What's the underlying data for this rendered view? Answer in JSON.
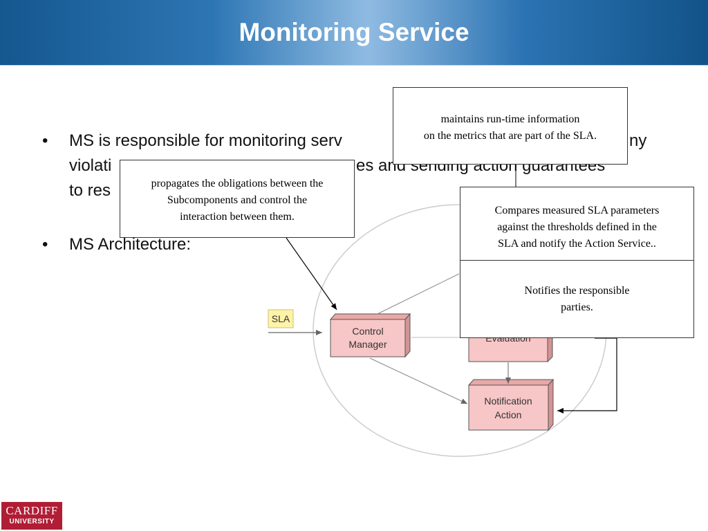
{
  "slide": {
    "title": "Monitoring Service"
  },
  "bullets": {
    "b1": {
      "line1_start": "MS is responsible for monitoring serv",
      "line1_end": "ny",
      "line2_start": "violati",
      "line2_mid": "es and sending action guarantees",
      "line3_start": "to res"
    },
    "b2": {
      "text": "MS Architecture:"
    }
  },
  "diagram": {
    "sla_tag": "SLA",
    "control_manager": [
      "Control",
      "Manager"
    ],
    "evaluation_fragment": "Evaluation",
    "notification_action": [
      "Notification",
      "Action"
    ]
  },
  "callouts": {
    "metrics_info": [
      "maintains run-time information",
      "on the metrics that are part of the SLA."
    ],
    "obligations": [
      "propagates the obligations between the",
      "Subcomponents and control the",
      "interaction between them."
    ],
    "compare": [
      "Compares measured SLA parameters",
      "against the thresholds defined in the",
      "SLA and notify the Action Service.."
    ],
    "notify": [
      "Notifies the responsible",
      "parties."
    ]
  },
  "logo": {
    "line1": "CARDIFF",
    "line2": "UNIVERSITY"
  },
  "colors": {
    "title_bar": "#2d76b4",
    "node_fill": "#f7c6c6",
    "sla_tag": "#fff3a8",
    "logo": "#b01d35"
  }
}
